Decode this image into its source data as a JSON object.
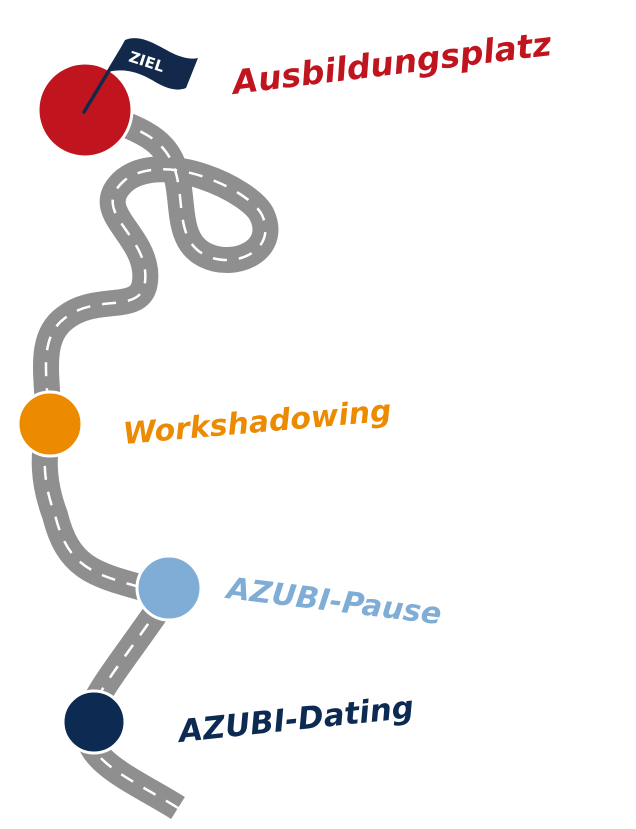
{
  "milestones": [
    {
      "label": "AZUBI-Dating",
      "color": "#0d2a52"
    },
    {
      "label": "AZUBI-Pause",
      "color": "#7fadd6"
    },
    {
      "label": "Workshadowing",
      "color": "#ec8a00"
    },
    {
      "label": "Ausbildungsplatz",
      "color": "#c0141f"
    }
  ],
  "goal_flag": {
    "text": "ZIEL",
    "color": "#13294b"
  },
  "road": {
    "color": "#8f8f8f",
    "dash_color": "#ffffff"
  }
}
